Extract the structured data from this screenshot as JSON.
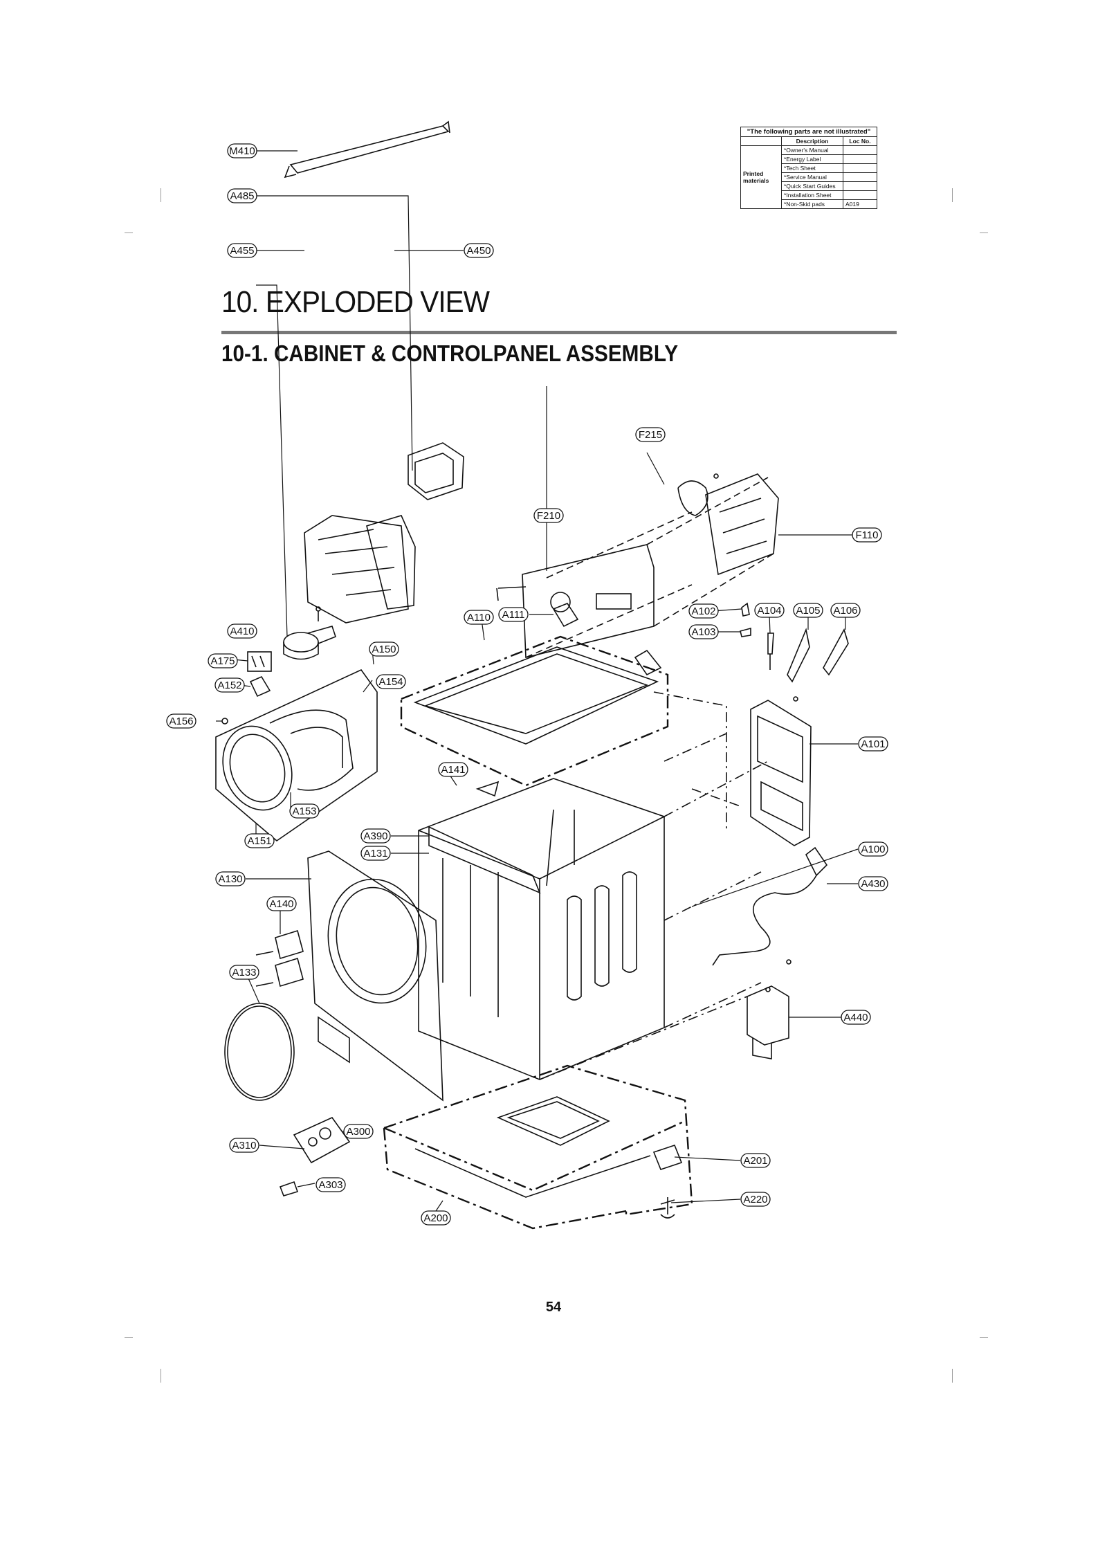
{
  "heading": "10.   EXPLODED VIEW",
  "subheading": "10-1.   CABINET  & CONTROLPANEL ASSEMBLY",
  "page_number": "54",
  "not_illustrated": {
    "caption": "\"The following parts are not illustrated\"",
    "headers": {
      "description": "Description",
      "loc": "Loc No."
    },
    "group_label": "Printed materials",
    "rows": [
      {
        "description": "*Owner's Manual",
        "loc": ""
      },
      {
        "description": "*Energy Label",
        "loc": ""
      },
      {
        "description": "*Tech Sheet",
        "loc": ""
      },
      {
        "description": "*Service Manual",
        "loc": ""
      },
      {
        "description": "*Quick Start Guides",
        "loc": ""
      },
      {
        "description": "*Installation Sheet",
        "loc": ""
      },
      {
        "description": "*Non-Skid pads",
        "loc": "A019"
      }
    ]
  },
  "callouts": {
    "M410": "M410",
    "A485": "A485",
    "A455": "A455",
    "A450": "A450",
    "A410": "A410",
    "A150": "A150",
    "A175": "A175",
    "A152": "A152",
    "A154": "A154",
    "A156": "A156",
    "A153": "A153",
    "A151": "A151",
    "F215": "F215",
    "F210": "F210",
    "F110": "F110",
    "A110": "A110",
    "A111": "A111",
    "A102": "A102",
    "A103": "A103",
    "A104": "A104",
    "A105": "A105",
    "A106": "A106",
    "A101": "A101",
    "A141": "A141",
    "A390": "A390",
    "A131": "A131",
    "A130": "A130",
    "A140": "A140",
    "A133": "A133",
    "A100": "A100",
    "A430": "A430",
    "A440": "A440",
    "A300": "A300",
    "A310": "A310",
    "A303": "A303",
    "A200": "A200",
    "A201": "A201",
    "A220": "A220"
  },
  "colors": {
    "ink": "#111111",
    "rule": "#777777"
  }
}
